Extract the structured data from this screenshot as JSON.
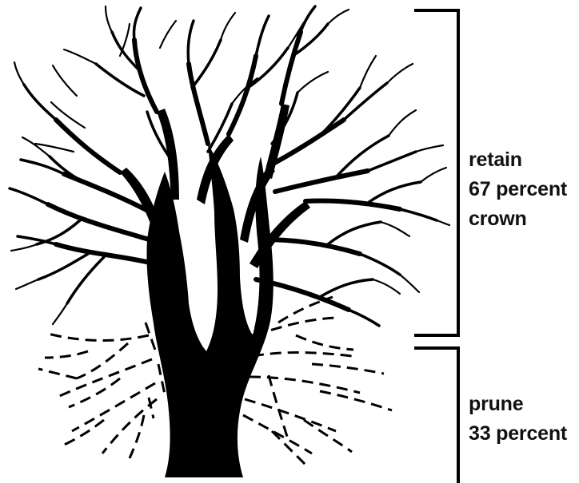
{
  "labels": {
    "retain": [
      "retain",
      "67 percent",
      "crown"
    ],
    "prune": [
      "prune",
      "33 percent"
    ]
  },
  "colors": {
    "ink": "#000000",
    "text": "#111111",
    "background": "#ffffff"
  },
  "figure": {
    "subject": "tree-silhouette",
    "retained_crown_fraction": 0.67,
    "pruned_fraction": 0.33
  }
}
